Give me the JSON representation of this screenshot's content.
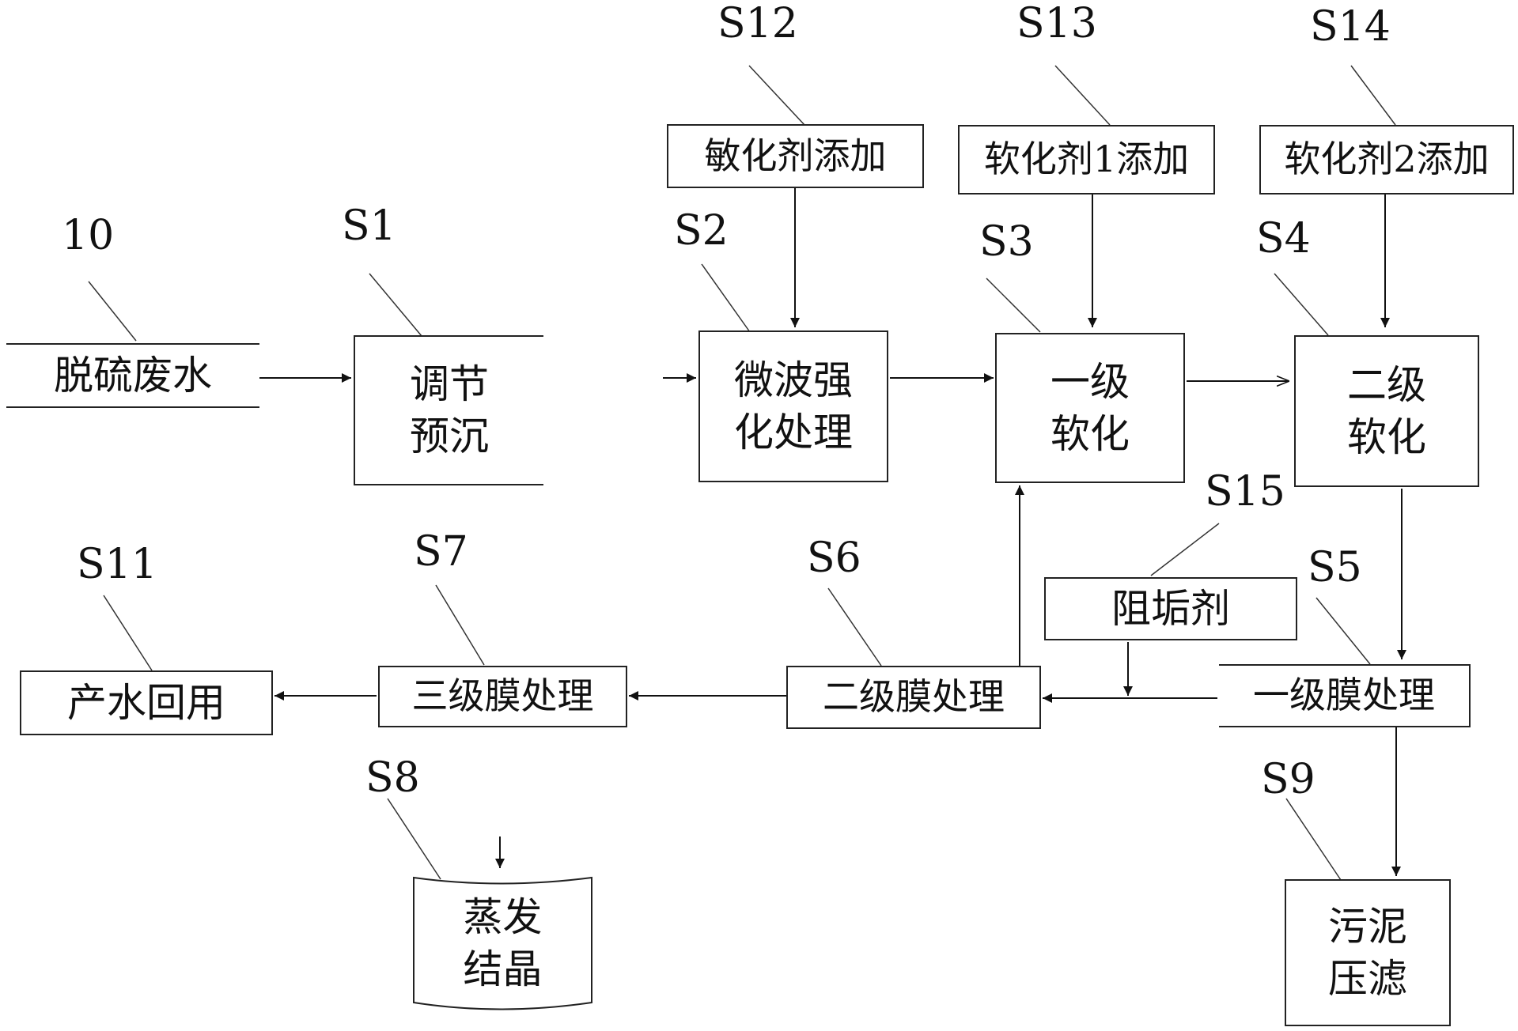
{
  "boxes": {
    "desulfurization_wastewater": "脱硫废水",
    "regulate_presettle": "调节\n预沉",
    "microwave_treatment": "微波强\n化处理",
    "primary_softening": "一级\n软化",
    "secondary_softening": "二级\n软化",
    "sensitizer_addition": "敏化剂添加",
    "softener1_addition": "软化剂1添加",
    "softener2_addition": "软化剂2添加",
    "antiscalant": "阻垢剂",
    "primary_membrane": "一级膜处理",
    "secondary_membrane": "二级膜处理",
    "tertiary_membrane": "三级膜处理",
    "water_reuse": "产水回用",
    "evaporation_crystallization": "蒸发\n结晶",
    "sludge_filter_press": "污泥\n压滤"
  },
  "tags": {
    "t10": "10",
    "s1": "S1",
    "s2": "S2",
    "s3": "S3",
    "s4": "S4",
    "s5": "S5",
    "s6": "S6",
    "s7": "S7",
    "s8": "S8",
    "s9": "S9",
    "s11": "S11",
    "s12": "S12",
    "s13": "S13",
    "s14": "S14",
    "s15": "S15"
  }
}
